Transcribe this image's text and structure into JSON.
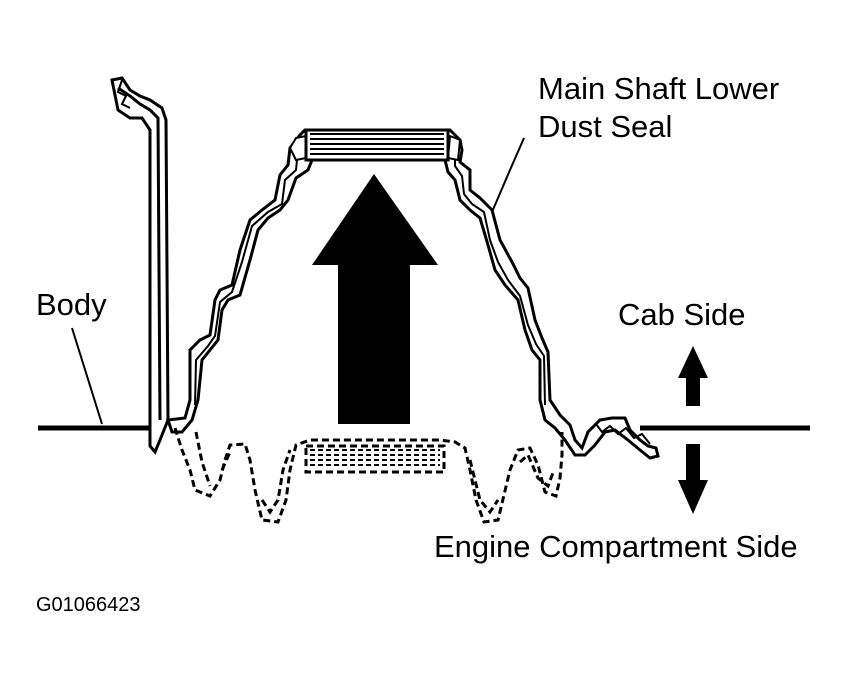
{
  "labels": {
    "seal_line1": "Main Shaft Lower",
    "seal_line2": "Dust Seal",
    "body": "Body",
    "cab_side": "Cab Side",
    "engine_side": "Engine Compartment Side",
    "figure_code": "G01066423"
  },
  "colors": {
    "ink": "#000000",
    "paper": "#ffffff"
  }
}
